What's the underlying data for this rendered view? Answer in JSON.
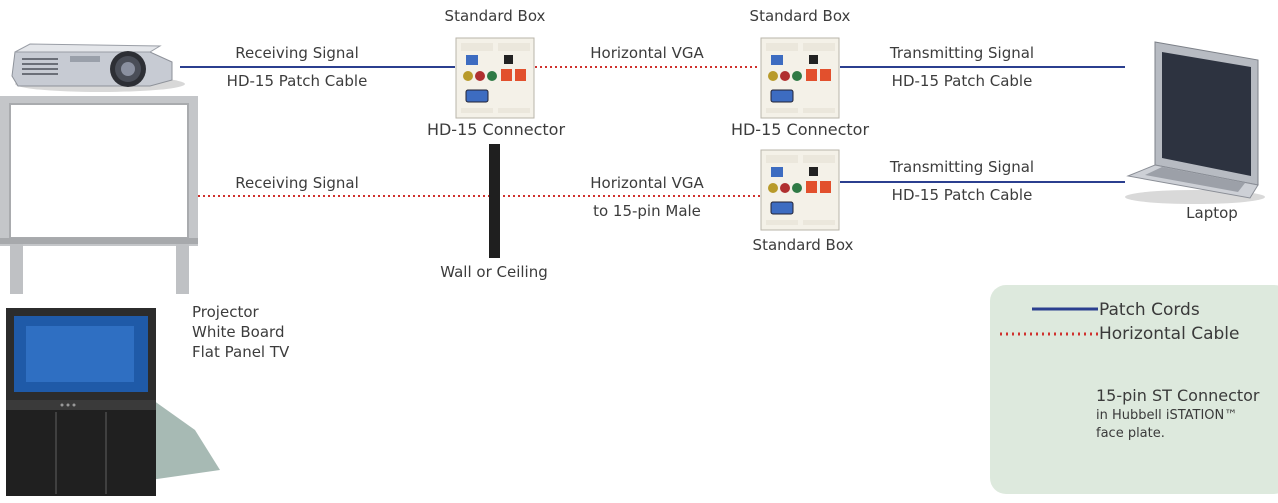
{
  "colors": {
    "patch_cord": "#2b3f8f",
    "horizontal_cable": "#d0312d",
    "wall": "#1f1f1f",
    "legend_bg": "#dde9dd",
    "plate": "#f4f1e8",
    "rj45": "#e2502d"
  },
  "icons": {
    "projector": "projector-icon",
    "whiteboard": "whiteboard-icon",
    "tv": "flat-panel-tv-icon",
    "laptop": "laptop-icon",
    "face_plate": "istation-face-plate-icon"
  },
  "row1": {
    "left_top": "Receiving Signal",
    "left_bottom": "HD-15 Patch Cable",
    "box1_title": "Standard Box",
    "box1_caption": "HD-15 Connector",
    "middle": "Horizontal VGA",
    "box2_title": "Standard Box",
    "box2_caption": "HD-15 Connector",
    "right_top": "Transmitting Signal",
    "right_bottom": "HD-15 Patch Cable"
  },
  "row2": {
    "left": "Receiving Signal",
    "middle_top": "Horizontal VGA",
    "middle_bottom": "to 15-pin Male",
    "box_caption": "Standard Box",
    "right_top": "Transmitting Signal",
    "right_bottom": "HD-15 Patch Cable"
  },
  "wall_label": "Wall or Ceiling",
  "laptop_label": "Laptop",
  "devices": [
    "Projector",
    "White Board",
    "Flat Panel TV"
  ],
  "legend": {
    "patch": "Patch Cords",
    "horizontal": "Horizontal Cable",
    "connector_title": "15-pin ST Connector",
    "connector_line1": "in Hubbell iSTATION™",
    "connector_line2": "face plate."
  }
}
